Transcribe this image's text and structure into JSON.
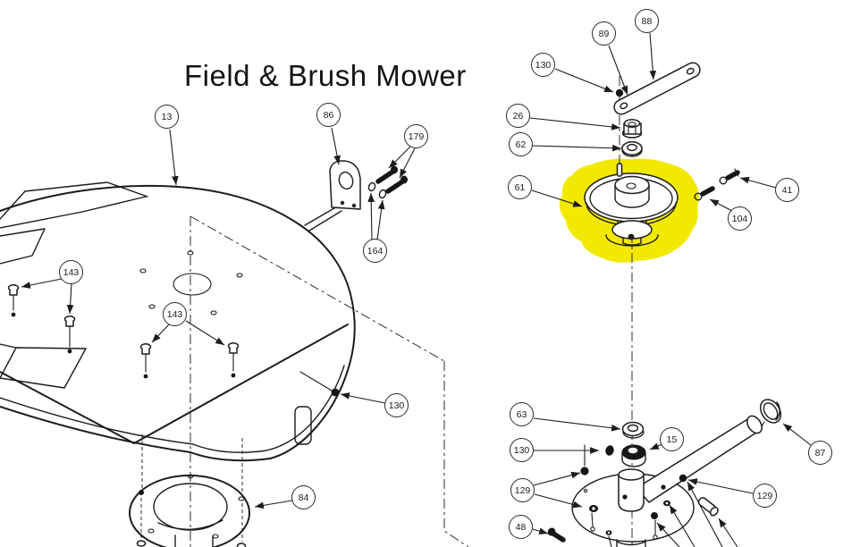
{
  "title": "Field & Brush Mower",
  "diagram_type": "exploded parts diagram",
  "highlighted_part": "61",
  "highlight_color": "#f2e900",
  "line_color": "#1c1c1c",
  "background_color": "#ffffff",
  "part_numbers_visible": [
    "13",
    "15",
    "26",
    "41",
    "48",
    "61",
    "62",
    "63",
    "84",
    "86",
    "87",
    "88",
    "89",
    "104",
    "129",
    "130",
    "143",
    "164",
    "179"
  ],
  "callouts": {
    "13": "13",
    "15": "15",
    "26": "26",
    "41": "41",
    "48": "48",
    "61": "61",
    "62": "62",
    "63": "63",
    "84": "84",
    "86": "86",
    "87": "87",
    "88": "88",
    "89": "89",
    "104": "104",
    "129": "129",
    "130": "130",
    "143": "143",
    "164": "164",
    "179": "179"
  }
}
